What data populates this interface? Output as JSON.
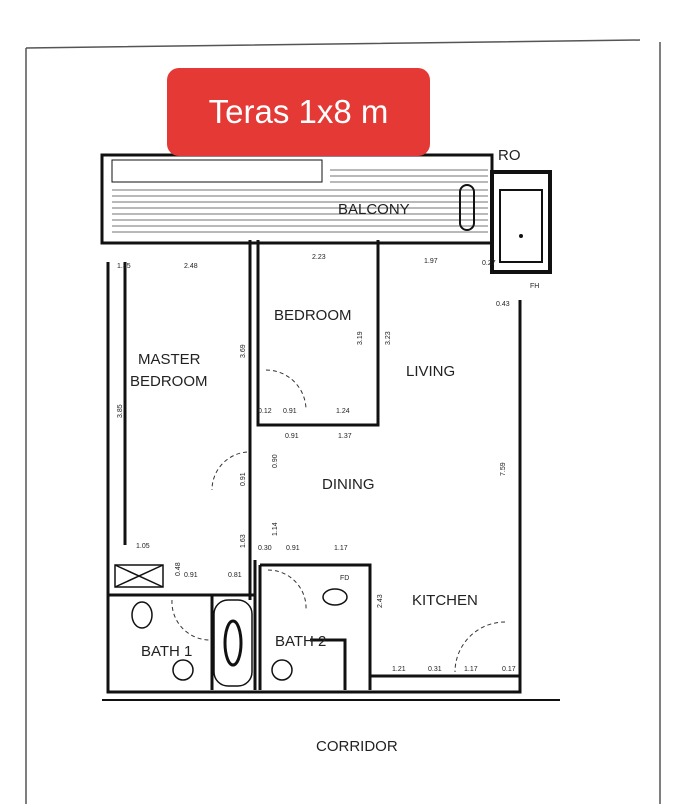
{
  "annotation": {
    "label": "Teras 1x8 m",
    "color": "#e53935"
  },
  "rooms": {
    "balcony": "BALCONY",
    "master_bedroom_line1": "MASTER",
    "master_bedroom_line2": "BEDROOM",
    "bedroom": "BEDROOM",
    "living": "LIVING",
    "dining": "DINING",
    "kitchen": "KITCHEN",
    "bath1": "BATH 1",
    "bath2": "BATH 2",
    "corridor": "CORRIDOR"
  },
  "marks": {
    "ro": "RO",
    "fd": "FD",
    "fh": "FH"
  },
  "dimensions": [
    "1.35",
    "2.48",
    "2.23",
    "1.97",
    "0.27",
    "0.43",
    "3.69",
    "3.19",
    "3.23",
    "3.85",
    "0.12",
    "0.91",
    "1.24",
    "0.91",
    "1.37",
    "0.91",
    "0.90",
    "7.59",
    "1.14",
    "1.63",
    "1.05",
    "0.30",
    "0.91",
    "1.17",
    "0.48",
    "0.91",
    "0.81",
    "2.43",
    "1.21",
    "0.31",
    "1.17",
    "0.17"
  ]
}
